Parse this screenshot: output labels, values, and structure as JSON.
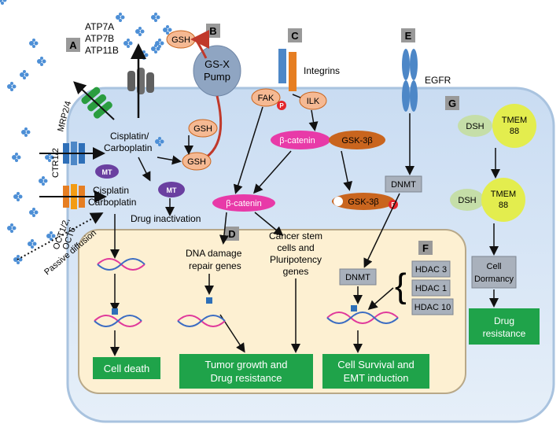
{
  "panels": {
    "A": "A",
    "B": "B",
    "C": "C",
    "D": "D",
    "E": "E",
    "F": "F",
    "G": "G"
  },
  "labels": {
    "atp7a": "ATP7A",
    "atp7b": "ATP7B",
    "atp11b": "ATP11B",
    "mrp": "MRP2/4",
    "ctr": "CTR1/2",
    "oct": "OCT1/2,",
    "oct6": "OCT6",
    "passive": "Passive diffusion",
    "gsx": "GS-X",
    "pump": "Pump",
    "gsh": "GSH",
    "cisplatin_carbo_1": "Cisplatin/",
    "cisplatin_carbo_2": "Carboplatin",
    "cisplatin": "Cisplatin",
    "carboplatin": "Carboplatin",
    "mt": "MT",
    "drug_inactivation": "Drug inactivation",
    "integrins": "Integrins",
    "fak": "FAK",
    "ilk": "ILK",
    "p": "P",
    "beta_catenin": "β-catenin",
    "gsk": "GSK-3β",
    "egfr": "EGFR",
    "dnmt": "DNMT",
    "dna_damage_1": "DNA damage",
    "dna_damage_2": "repair genes",
    "csc_1": "Cancer stem",
    "csc_2": "cells and",
    "csc_3": "Pluripotency",
    "csc_4": "genes",
    "hdac3": "HDAC 3",
    "hdac1": "HDAC 1",
    "hdac10": "HDAC 10",
    "dsh": "DSH",
    "tmem_1": "TMEM",
    "tmem_2": "88",
    "dormancy_1": "Cell",
    "dormancy_2": "Dormancy"
  },
  "outcomes": {
    "cell_death": "Cell death",
    "tumor_1": "Tumor growth and",
    "tumor_2": "Drug resistance",
    "survival_1": "Cell Survival and",
    "survival_2": "EMT induction",
    "drug_res_1": "Drug",
    "drug_res_2": "resistance"
  },
  "colors": {
    "cell": "#dbe8f7",
    "cell_border": "#a9c3df",
    "nucleus": "#fdf0d2",
    "nucleus_border": "#b8a888",
    "green_box": "#1fa34a",
    "gsh": "#f5b993",
    "gsk": "#c9651e",
    "beta": "#e83aa8",
    "mt": "#6a3fa0",
    "tmem": "#e3ed4e",
    "dsh": "#c5dea8",
    "receptor": "#4d87c7",
    "gray_box": "#a9b1bc"
  }
}
